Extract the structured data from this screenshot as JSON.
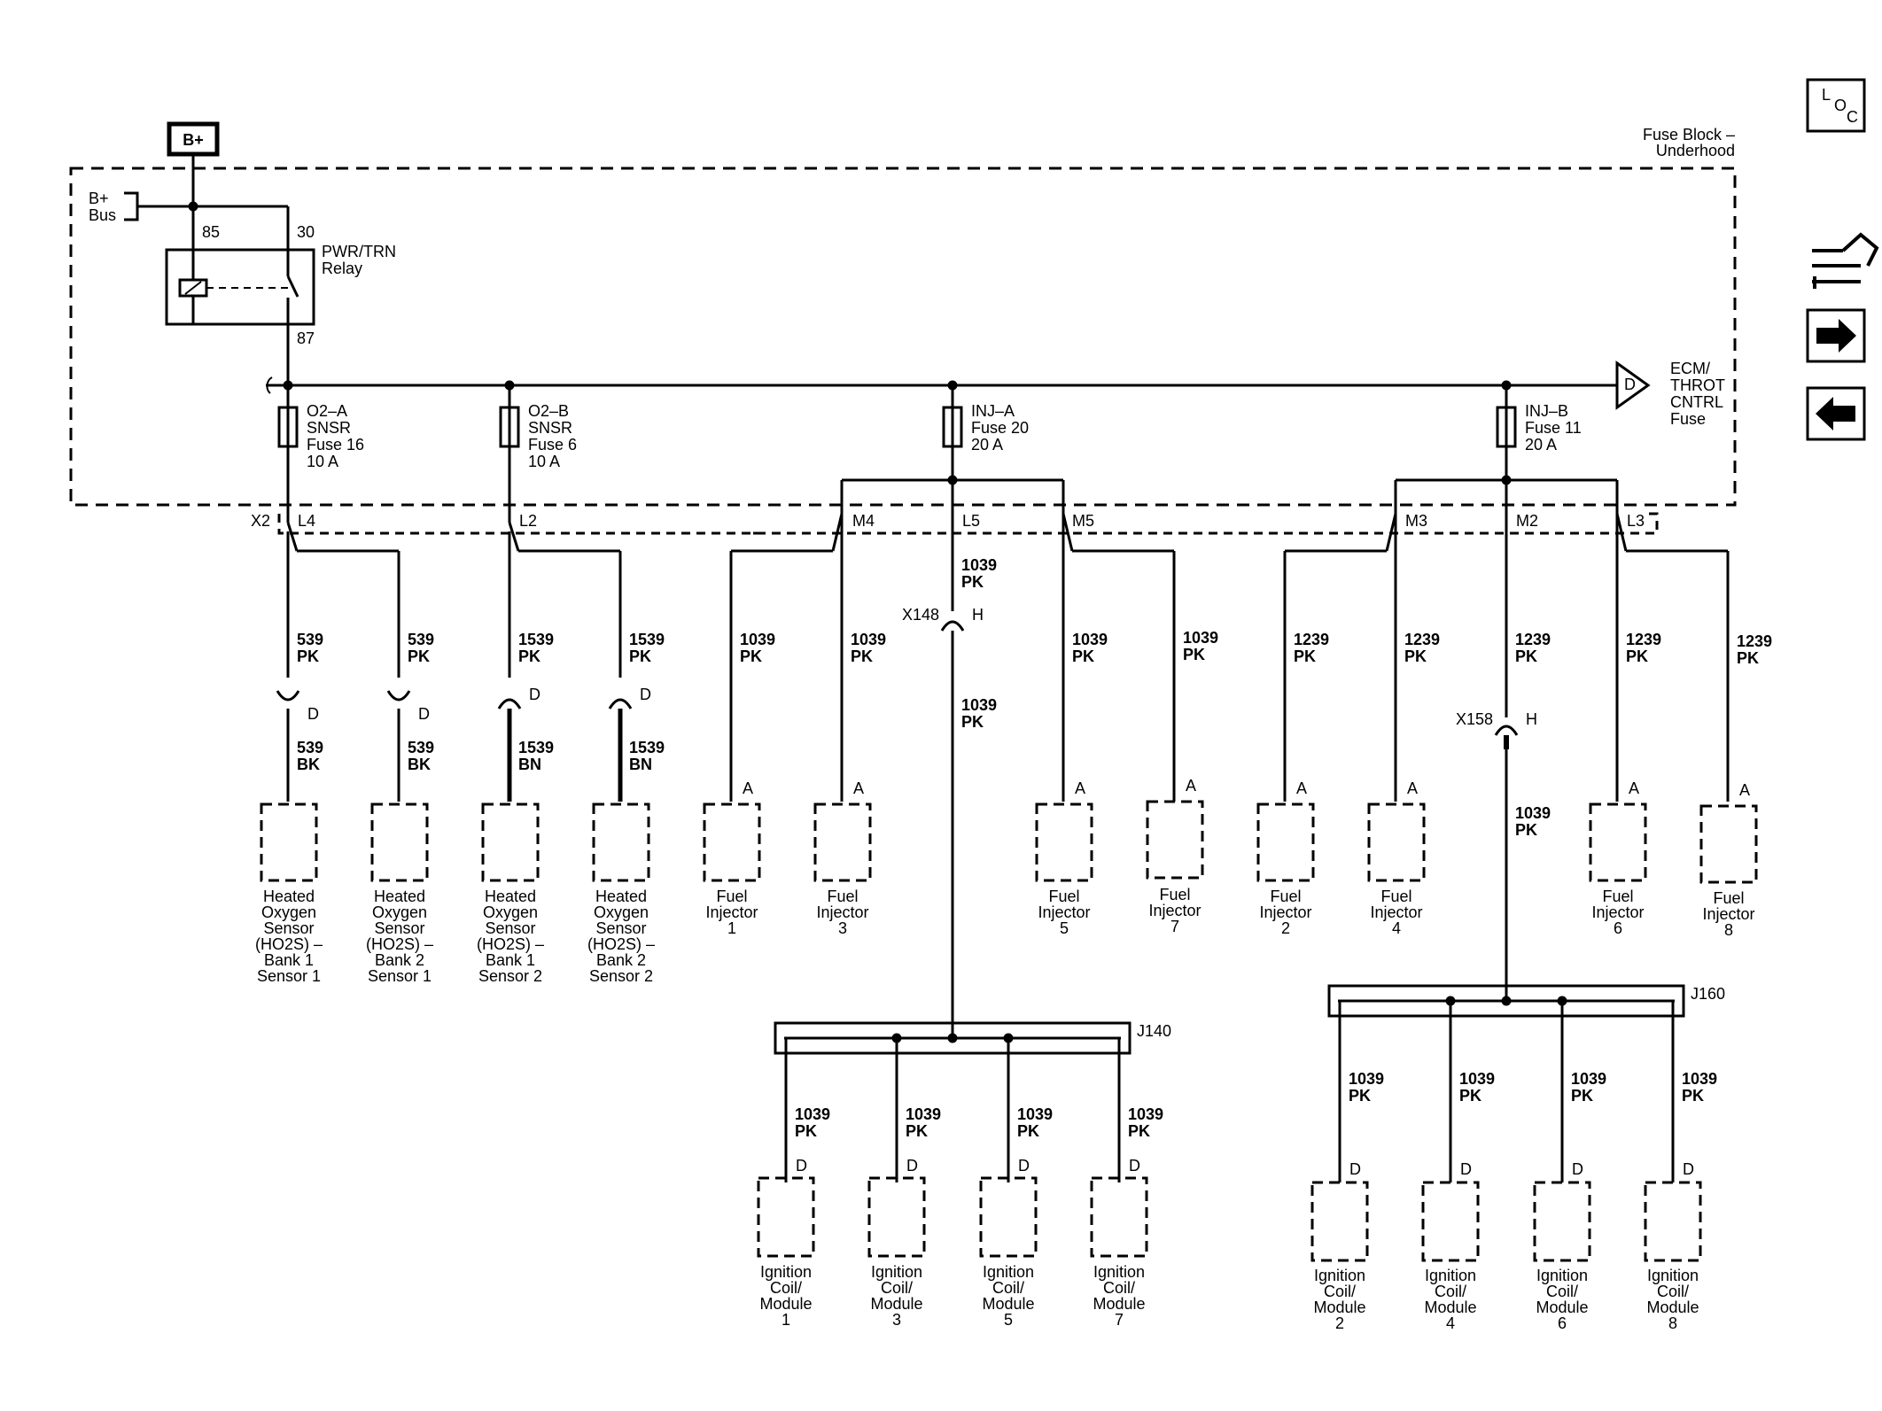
{
  "power": {
    "label": "B+"
  },
  "fuse_block": {
    "label_line1": "Fuse Block –",
    "label_line2": "Underhood"
  },
  "bus": {
    "line1": "B+",
    "line2": "Bus"
  },
  "relay": {
    "name_line1": "PWR/TRN",
    "name_line2": "Relay",
    "pin85": "85",
    "pin30": "30",
    "pin87": "87"
  },
  "ecm_fuse": {
    "connector": "D",
    "line1": "ECM/",
    "line2": "THROT",
    "line3": "CNTRL",
    "line4": "Fuse"
  },
  "harness": {
    "x2": "X2",
    "x148": "X148",
    "x158": "X158",
    "h": "H",
    "j140": "J140",
    "j160": "J160"
  },
  "fuses": [
    {
      "line1": "O2–A",
      "line2": "SNSR",
      "line3": "Fuse 16",
      "line4": "10 A"
    },
    {
      "line1": "O2–B",
      "line2": "SNSR",
      "line3": "Fuse 6",
      "line4": "10 A"
    },
    {
      "line1": "INJ–A",
      "line2": "Fuse 20",
      "line3": "20 A"
    },
    {
      "line1": "INJ–B",
      "line2": "Fuse 11",
      "line3": "20 A"
    }
  ],
  "pins": {
    "L4": "L4",
    "L2": "L2",
    "M4": "M4",
    "L5": "L5",
    "M5": "M5",
    "M3": "M3",
    "M2": "M2",
    "L3": "L3"
  },
  "wire_labels": [
    {
      "num": "539",
      "color": "PK"
    },
    {
      "num": "539",
      "color": "PK"
    },
    {
      "num": "1539",
      "color": "PK"
    },
    {
      "num": "1539",
      "color": "PK"
    },
    {
      "num": "539",
      "color": "BK"
    },
    {
      "num": "539",
      "color": "BK"
    },
    {
      "num": "1539",
      "color": "BN"
    },
    {
      "num": "1539",
      "color": "BN"
    },
    {
      "num": "1039",
      "color": "PK"
    },
    {
      "num": "1039",
      "color": "PK"
    },
    {
      "num": "1039",
      "color": "PK"
    },
    {
      "num": "1039",
      "color": "PK"
    },
    {
      "num": "1039",
      "color": "PK"
    },
    {
      "num": "1039",
      "color": "PK"
    },
    {
      "num": "1239",
      "color": "PK"
    },
    {
      "num": "1239",
      "color": "PK"
    },
    {
      "num": "1239",
      "color": "PK"
    },
    {
      "num": "1239",
      "color": "PK"
    },
    {
      "num": "1239",
      "color": "PK"
    },
    {
      "num": "1039",
      "color": "PK"
    },
    {
      "num": "1039",
      "color": "PK"
    },
    {
      "num": "1039",
      "color": "PK"
    },
    {
      "num": "1039",
      "color": "PK"
    },
    {
      "num": "1039",
      "color": "PK"
    },
    {
      "num": "1039",
      "color": "PK"
    },
    {
      "num": "1039",
      "color": "PK"
    },
    {
      "num": "1039",
      "color": "PK"
    },
    {
      "num": "1039",
      "color": "PK"
    }
  ],
  "sensors": [
    {
      "lines": [
        "Heated",
        "Oxygen",
        "Sensor",
        "(HO2S) –",
        "Bank 1",
        "Sensor 1"
      ]
    },
    {
      "lines": [
        "Heated",
        "Oxygen",
        "Sensor",
        "(HO2S) –",
        "Bank 2",
        "Sensor 1"
      ]
    },
    {
      "lines": [
        "Heated",
        "Oxygen",
        "Sensor",
        "(HO2S) –",
        "Bank 1",
        "Sensor 2"
      ]
    },
    {
      "lines": [
        "Heated",
        "Oxygen",
        "Sensor",
        "(HO2S) –",
        "Bank 2",
        "Sensor 2"
      ]
    }
  ],
  "connector_letters": {
    "D": "D",
    "A": "A"
  },
  "injectors": [
    {
      "line1": "Fuel",
      "line2": "Injector",
      "num": "1"
    },
    {
      "line1": "Fuel",
      "line2": "Injector",
      "num": "3"
    },
    {
      "line1": "Fuel",
      "line2": "Injector",
      "num": "5"
    },
    {
      "line1": "Fuel",
      "line2": "Injector",
      "num": "7"
    },
    {
      "line1": "Fuel",
      "line2": "Injector",
      "num": "2"
    },
    {
      "line1": "Fuel",
      "line2": "Injector",
      "num": "4"
    },
    {
      "line1": "Fuel",
      "line2": "Injector",
      "num": "6"
    },
    {
      "line1": "Fuel",
      "line2": "Injector",
      "num": "8"
    }
  ],
  "coils": [
    {
      "line1": "Ignition",
      "line2": "Coil/",
      "line3": "Module",
      "num": "1"
    },
    {
      "line1": "Ignition",
      "line2": "Coil/",
      "line3": "Module",
      "num": "3"
    },
    {
      "line1": "Ignition",
      "line2": "Coil/",
      "line3": "Module",
      "num": "5"
    },
    {
      "line1": "Ignition",
      "line2": "Coil/",
      "line3": "Module",
      "num": "7"
    },
    {
      "line1": "Ignition",
      "line2": "Coil/",
      "line3": "Module",
      "num": "2"
    },
    {
      "line1": "Ignition",
      "line2": "Coil/",
      "line3": "Module",
      "num": "4"
    },
    {
      "line1": "Ignition",
      "line2": "Coil/",
      "line3": "Module",
      "num": "6"
    },
    {
      "line1": "Ignition",
      "line2": "Coil/",
      "line3": "Module",
      "num": "8"
    }
  ],
  "nav": {
    "loc_l": "L",
    "loc_o": "O",
    "loc_c": "C",
    "forward": "➔",
    "back": "←"
  }
}
